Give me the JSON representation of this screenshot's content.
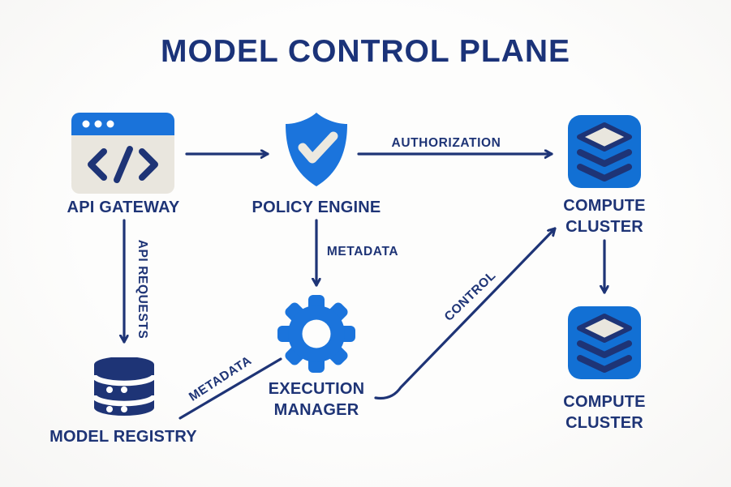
{
  "title": "MODEL CONTROL PLANE",
  "palette": {
    "navy": "#1e3476",
    "title_navy": "#1b3379",
    "bright_blue": "#1b74dc",
    "cluster_blue": "#1270d4",
    "beige": "#e9e6de",
    "background": "#fdfdfc"
  },
  "nodes": {
    "api_gateway": {
      "label": "API GATEWAY",
      "icon": "browser-code-icon"
    },
    "policy_engine": {
      "label": "POLICY ENGINE",
      "icon": "shield-check-icon"
    },
    "compute_cluster_1": {
      "label": "COMPUTE CLUSTER",
      "icon": "layer-stack-icon"
    },
    "model_registry": {
      "label": "MODEL REGISTRY",
      "icon": "database-icon"
    },
    "execution_manager": {
      "label": "EXECUTION MANAGER",
      "icon": "gear-icon"
    },
    "compute_cluster_2": {
      "label": "COMPUTE CLUSTER",
      "icon": "layer-stack-icon"
    }
  },
  "edges": {
    "gateway_to_policy": {
      "label": "",
      "from": "api_gateway",
      "to": "policy_engine"
    },
    "authorization": {
      "label": "AUTHORIZATION",
      "from": "policy_engine",
      "to": "compute_cluster_1"
    },
    "api_requests": {
      "label": "API REQUESTS",
      "from": "api_gateway",
      "to": "model_registry"
    },
    "metadata_policy": {
      "label": "METADATA",
      "from": "policy_engine",
      "to": "execution_manager"
    },
    "metadata_registry": {
      "label": "METADATA",
      "from": "model_registry",
      "to": "execution_manager"
    },
    "control": {
      "label": "CONTROL",
      "from": "execution_manager",
      "to": "compute_cluster_1"
    },
    "cluster_to_cluster": {
      "label": "",
      "from": "compute_cluster_1",
      "to": "compute_cluster_2"
    }
  }
}
